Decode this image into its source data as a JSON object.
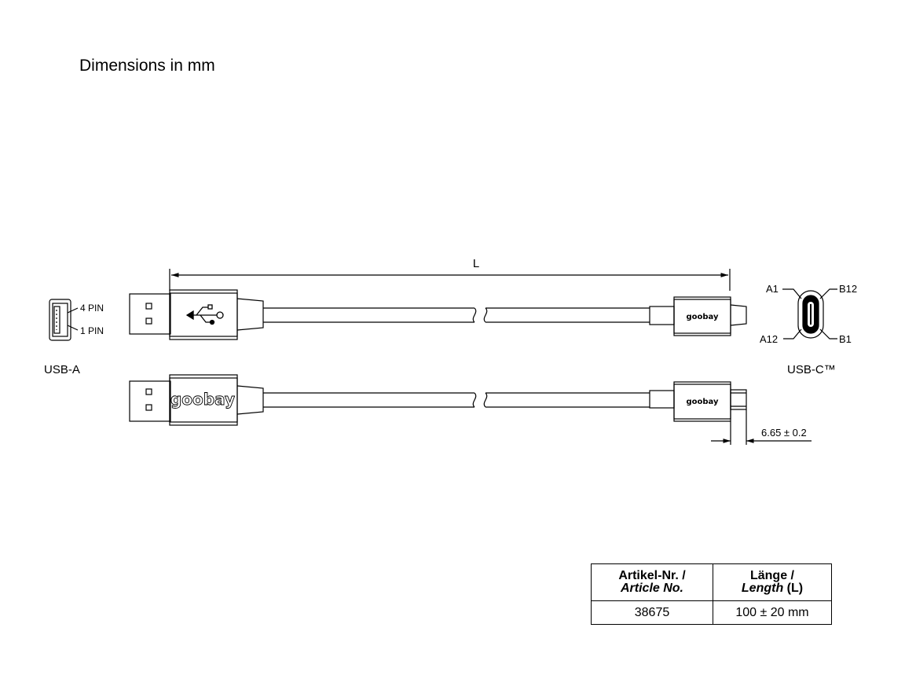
{
  "title": "Dimensions in mm",
  "dimension_label": "L",
  "connector_a": {
    "name": "USB-A",
    "pin_top": "4 PIN",
    "pin_bottom": "1 PIN"
  },
  "connector_c": {
    "name": "USB-C™",
    "pin_a1": "A1",
    "pin_b12": "B12",
    "pin_a12": "A12",
    "pin_b1": "B1"
  },
  "brand": "goobay",
  "offset_dimension": "6.65 ± 0.2",
  "table": {
    "headers": [
      {
        "line1": "Artikel-Nr. /",
        "line2_italic": "Article No.",
        "line2_rest": ""
      },
      {
        "line1": "Länge /",
        "line2_italic": "Length",
        "line2_rest": " (L)"
      }
    ],
    "rows": [
      [
        "38675",
        "100 ± 20 mm"
      ]
    ]
  }
}
